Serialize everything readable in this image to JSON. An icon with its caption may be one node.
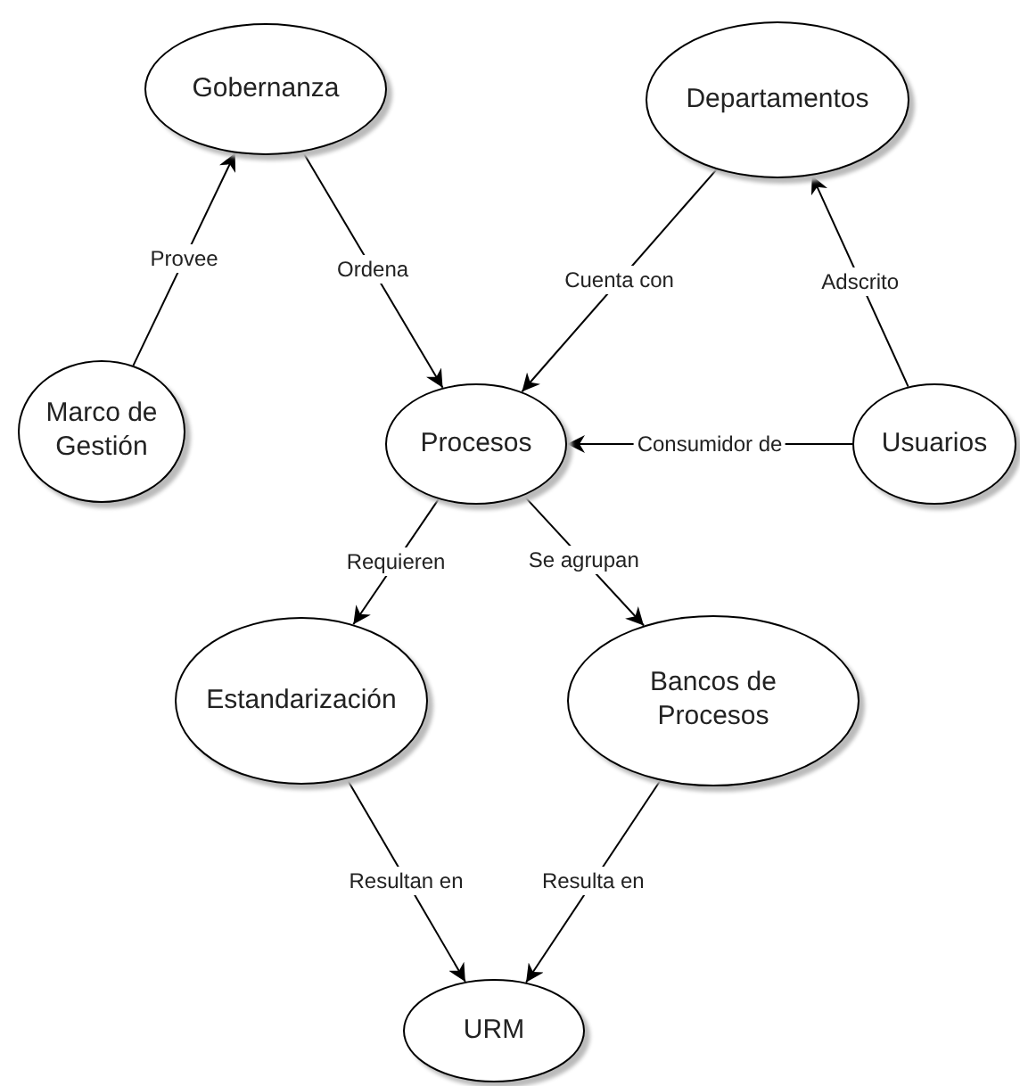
{
  "diagram": {
    "nodes": [
      {
        "text": [
          "Gobernanza"
        ]
      },
      {
        "text": [
          "Departamentos"
        ]
      },
      {
        "text": [
          "Marco de Gestión"
        ]
      },
      {
        "text": [
          "Procesos"
        ]
      },
      {
        "text": [
          "Usuarios"
        ]
      },
      {
        "text": [
          "Estandarización"
        ]
      },
      {
        "text": [
          "Bancos de Procesos"
        ]
      },
      {
        "text": [
          "URM"
        ]
      }
    ],
    "edges": [
      {
        "from": 2,
        "to": 0,
        "arrow": "to",
        "label": "Provee"
      },
      {
        "from": 0,
        "to": 3,
        "arrow": "to",
        "label": "Ordena"
      },
      {
        "from": 1,
        "to": 3,
        "arrow": "to",
        "label": "Cuenta con"
      },
      {
        "from": 4,
        "to": 1,
        "arrow": "to",
        "label": "Adscrito"
      },
      {
        "from": 4,
        "to": 3,
        "arrow": "to",
        "label": "Consumidor de"
      },
      {
        "from": 3,
        "to": 5,
        "arrow": "to",
        "label": "Requieren"
      },
      {
        "from": 3,
        "to": 6,
        "arrow": "to",
        "label": "Se agrupan"
      },
      {
        "from": 5,
        "to": 7,
        "arrow": "to",
        "label": "Resultan en"
      },
      {
        "from": 6,
        "to": 7,
        "arrow": "to",
        "label": "Resulta en"
      }
    ]
  }
}
